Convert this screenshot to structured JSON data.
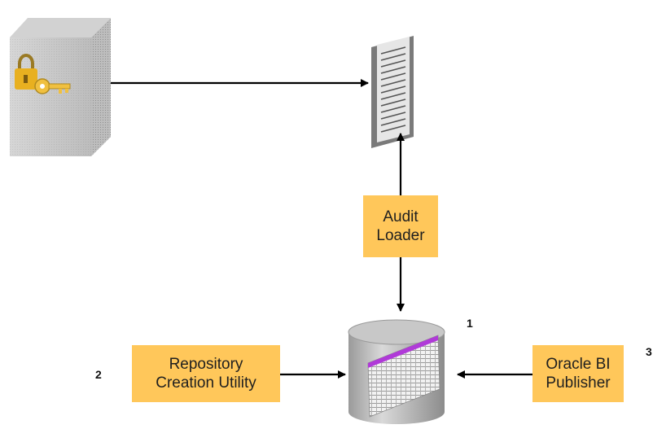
{
  "labels": {
    "audit_loader": "Audit\nLoader",
    "rcu": "Repository\nCreation Utility",
    "bi_publisher": "Oracle BI\nPublisher",
    "num1": "1",
    "num2": "2",
    "num3": "3"
  },
  "icons": {
    "server": "secure-server-icon",
    "log": "audit-log-document-icon",
    "database": "audit-database-icon"
  },
  "colors": {
    "box_fill": "#ffc75a",
    "arrow": "#000000"
  }
}
